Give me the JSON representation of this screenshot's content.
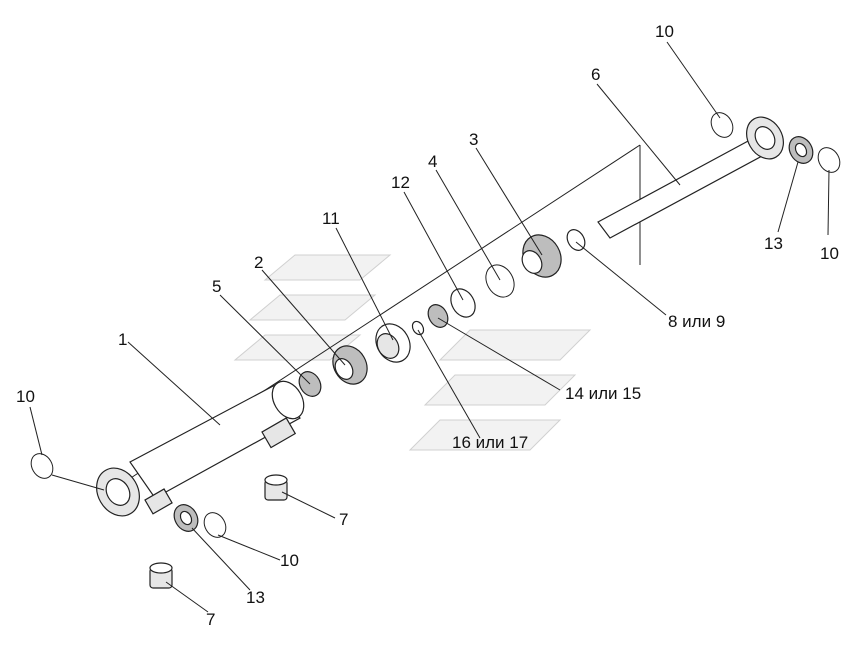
{
  "callouts": [
    {
      "id": "label-1",
      "text": "1"
    },
    {
      "id": "label-2",
      "text": "2"
    },
    {
      "id": "label-3",
      "text": "3"
    },
    {
      "id": "label-4",
      "text": "4"
    },
    {
      "id": "label-5",
      "text": "5"
    },
    {
      "id": "label-6",
      "text": "6"
    },
    {
      "id": "label-7a",
      "text": "7"
    },
    {
      "id": "label-7b",
      "text": "7"
    },
    {
      "id": "label-8-9",
      "text": "8 или 9"
    },
    {
      "id": "label-10a",
      "text": "10"
    },
    {
      "id": "label-10b",
      "text": "10"
    },
    {
      "id": "label-10c",
      "text": "10"
    },
    {
      "id": "label-10d",
      "text": "10"
    },
    {
      "id": "label-11",
      "text": "11"
    },
    {
      "id": "label-12",
      "text": "12"
    },
    {
      "id": "label-13a",
      "text": "13"
    },
    {
      "id": "label-13b",
      "text": "13"
    },
    {
      "id": "label-14-15",
      "text": "14 или 15"
    },
    {
      "id": "label-16-17",
      "text": "16 или 17"
    }
  ]
}
